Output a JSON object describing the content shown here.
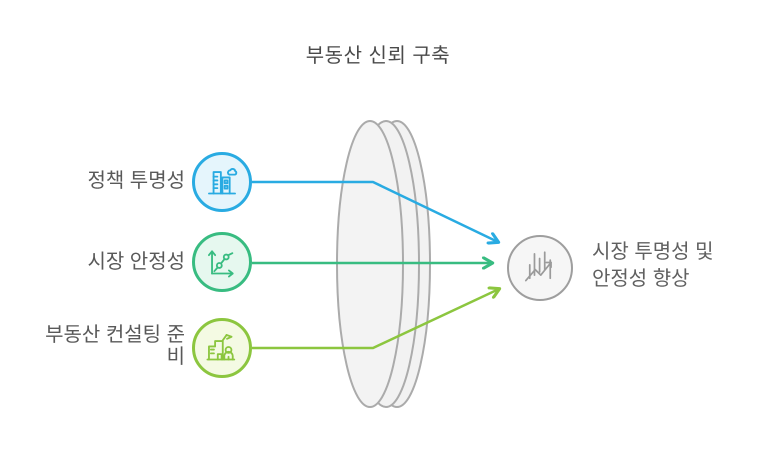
{
  "title": "부동산 신뢰 구축",
  "inputs": [
    {
      "label": "정책 투명성",
      "lines": [
        "정책 투명성"
      ],
      "icon": "city-buildings-icon",
      "color": "#29ABE2",
      "fill": "#E5F5FC"
    },
    {
      "label": "시장 안정성",
      "lines": [
        "시장 안정성"
      ],
      "icon": "line-chart-icon",
      "color": "#38BC81",
      "fill": "#E6F8EF"
    },
    {
      "label": "부동산 컨설팅 준비",
      "lines": [
        "부동산 컨설팅 준",
        "비"
      ],
      "icon": "building-person-icon",
      "color": "#8CC63F",
      "fill": "#F4FAE3"
    }
  ],
  "output": {
    "label": "시장 투명성 및 안정성 향상",
    "lines": [
      "시장 투명성 및",
      "안정성 향상"
    ],
    "icon": "growth-chart-icon",
    "color": "#9E9E9E",
    "fill": "#F6F6F6"
  },
  "lens": {
    "shape": "double-convex-lens",
    "fill": "#F2F2F2",
    "stroke": "#ABABAB"
  },
  "text_color": "#595959"
}
